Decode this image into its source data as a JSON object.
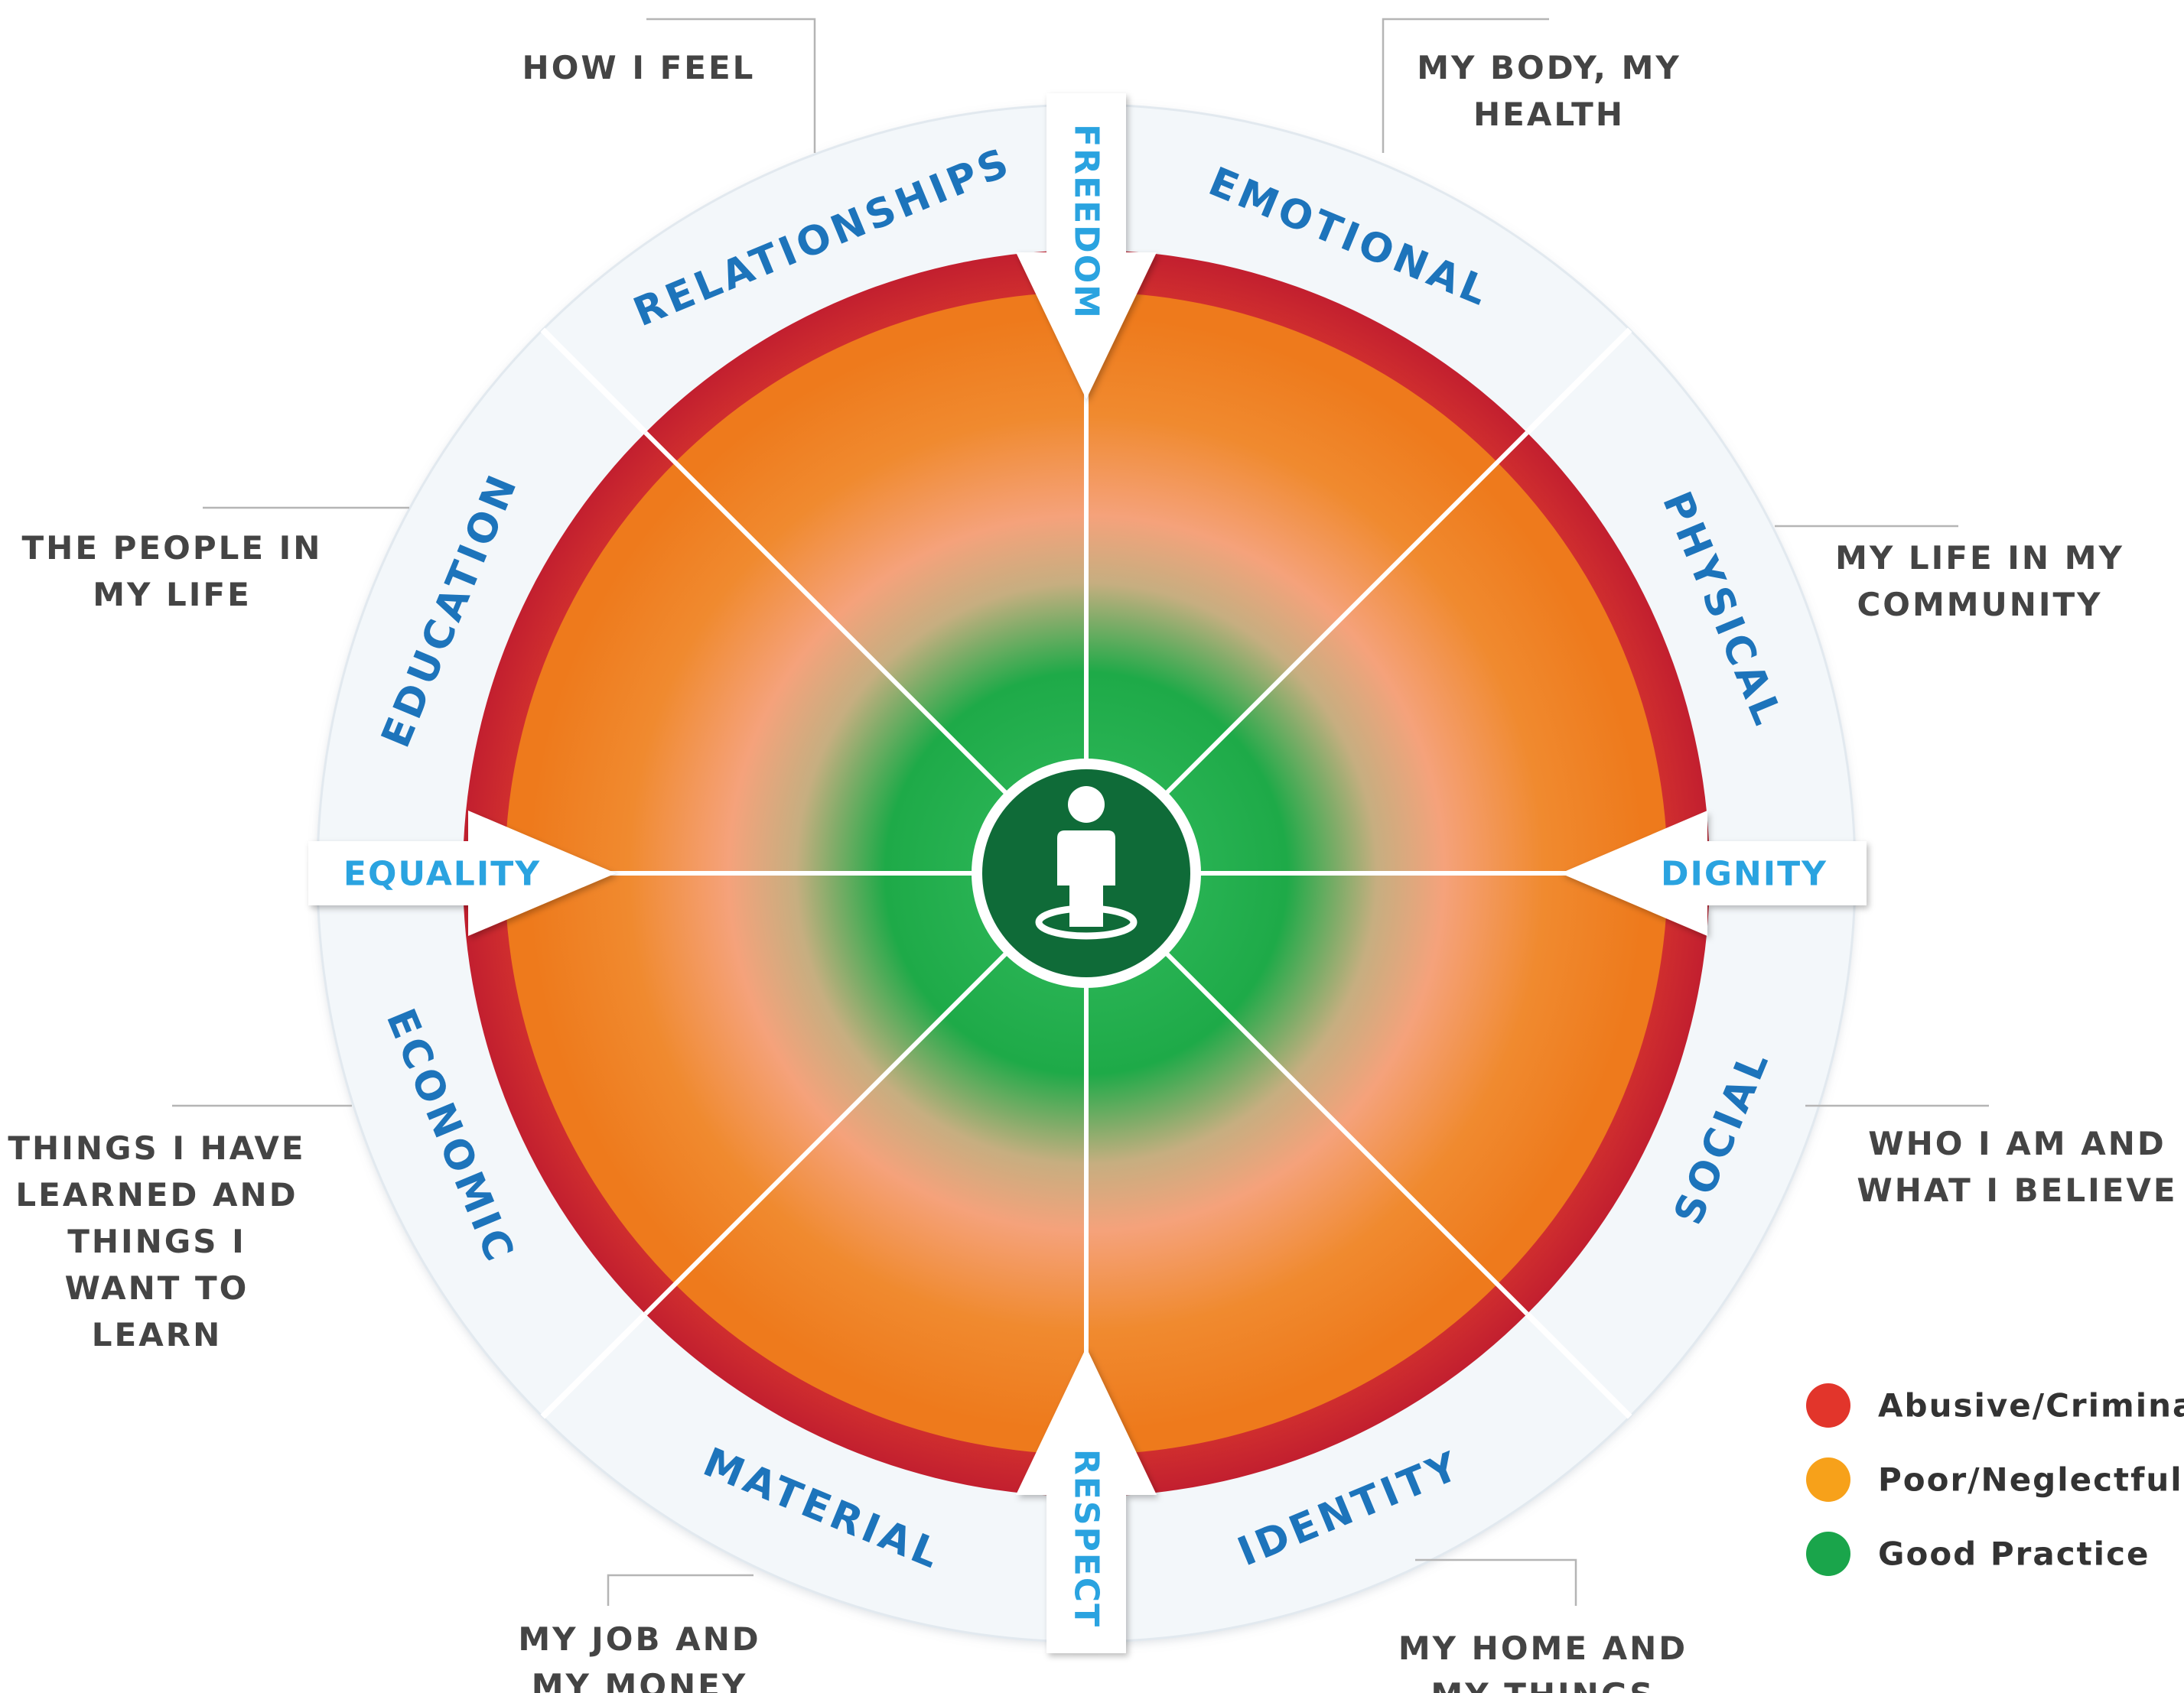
{
  "wheel": {
    "sections": [
      {
        "label": "EMOTIONAL",
        "description": [
          "HOW I FEEL"
        ]
      },
      {
        "label": "PHYSICAL",
        "description": [
          "MY BODY, MY",
          "HEALTH"
        ]
      },
      {
        "label": "SOCIAL",
        "description": [
          "MY LIFE IN MY",
          "COMMUNITY"
        ]
      },
      {
        "label": "IDENTITY",
        "description": [
          "WHO I AM AND",
          "WHAT I BELIEVE"
        ]
      },
      {
        "label": "MATERIAL",
        "description": [
          "MY HOME AND",
          "MY THINGS"
        ]
      },
      {
        "label": "ECONOMIC",
        "description": [
          "MY JOB AND",
          "MY MONEY"
        ]
      },
      {
        "label": "EDUCATION",
        "description": [
          "THINGS I HAVE",
          "LEARNED AND",
          "THINGS I",
          "WANT TO",
          "LEARN"
        ]
      },
      {
        "label": "RELATIONSHIPS",
        "description": [
          "THE PEOPLE IN",
          "MY LIFE"
        ]
      }
    ],
    "values": {
      "top": "FREEDOM",
      "right": "DIGNITY",
      "bottom": "RESPECT",
      "left": "EQUALITY"
    },
    "center_icon": "person-icon"
  },
  "legend": [
    {
      "label": "Abusive/Criminal",
      "color": "#e2352b"
    },
    {
      "label": "Poor/Neglectful",
      "color": "#f7a11a"
    },
    {
      "label": "Good Practice",
      "color": "#1aa54b"
    }
  ],
  "colors": {
    "ring_band": "#f3f7fa",
    "red_zone": "#d52a2a",
    "orange_zone": "#f07d1f",
    "green_zone": "#1eaa48",
    "center": "#0f6b38",
    "ring_label": "#1d74bb",
    "value_label": "#29a3e0",
    "description": "#444444"
  }
}
